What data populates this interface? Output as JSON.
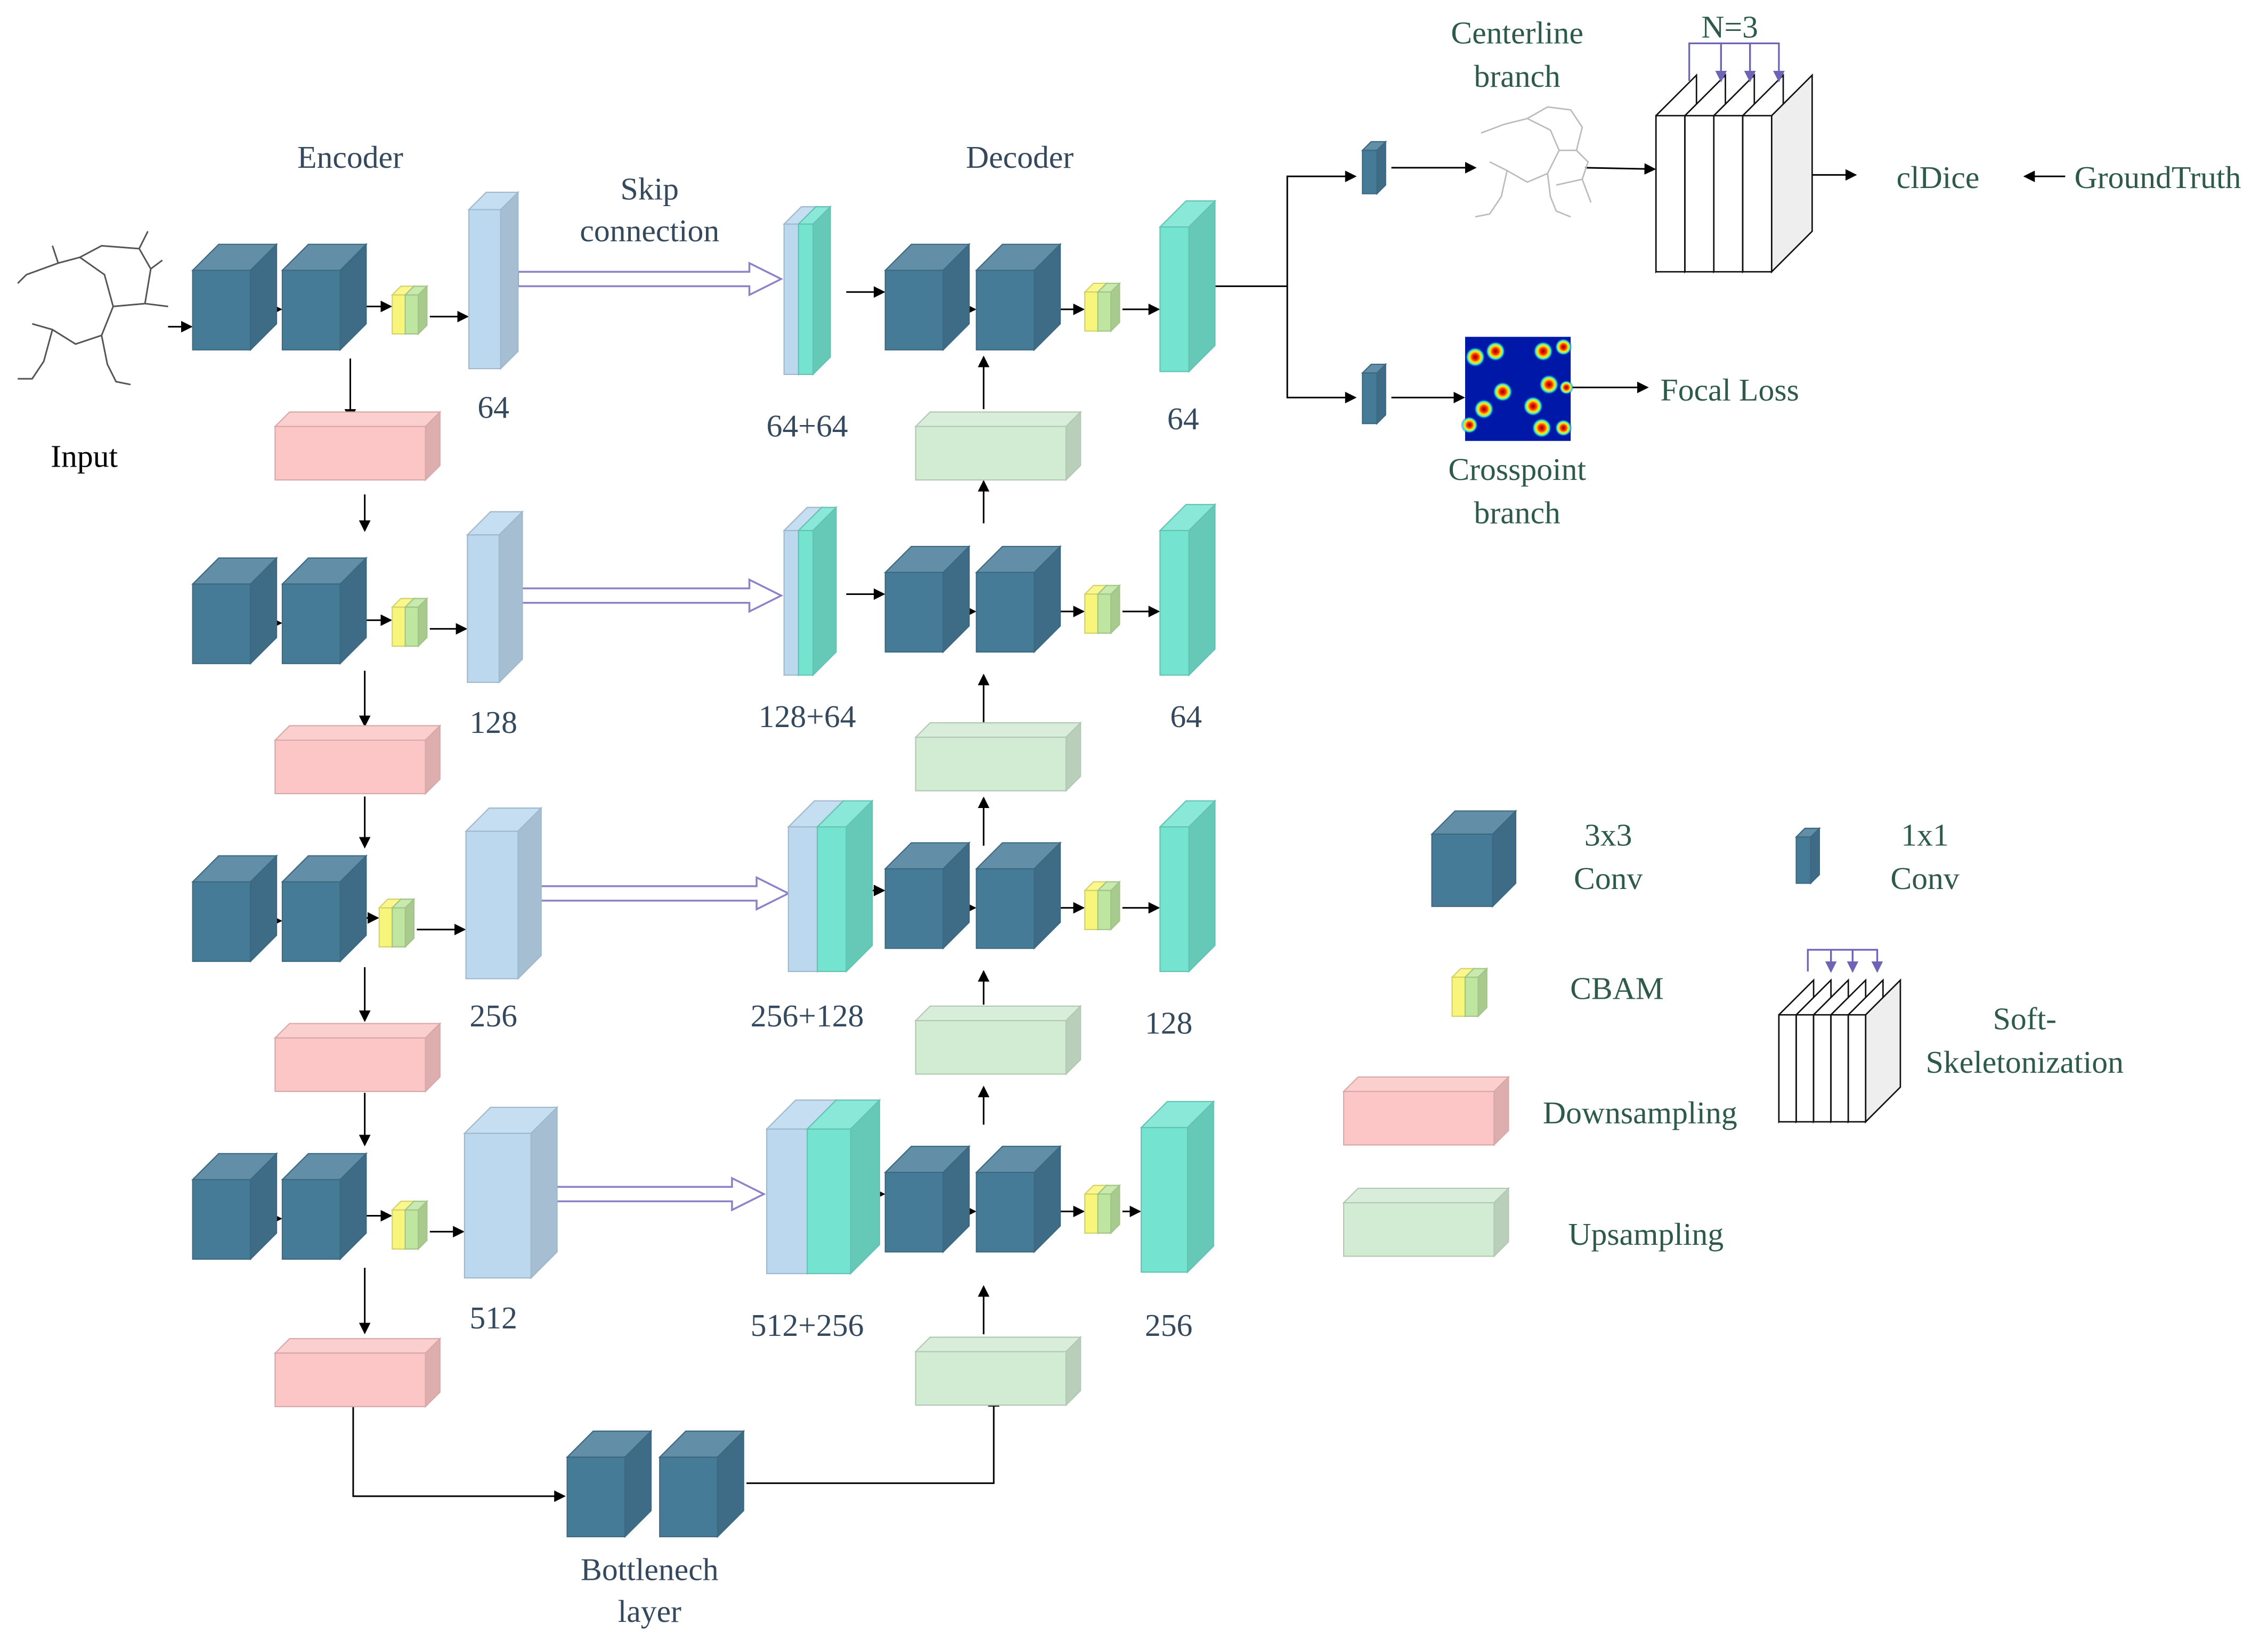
{
  "labels": {
    "encoder": "Encoder",
    "decoder": "Decoder",
    "skip": [
      "Skip",
      "connection"
    ],
    "input": "Input",
    "centerline": [
      "Centerline",
      "branch"
    ],
    "crosspoint": [
      "Crosspoint",
      "branch"
    ],
    "n3": "N=3",
    "cldice": "clDice",
    "groundtruth": "GroundTruth",
    "focal_loss": "Focal Loss",
    "bottleneck": [
      "Bottlenech",
      "layer"
    ]
  },
  "encoder_channels": [
    "64",
    "128",
    "256",
    "512"
  ],
  "decoder_concat": [
    "64+64",
    "128+64",
    "256+128",
    "512+256"
  ],
  "decoder_out": [
    "64",
    "64",
    "128",
    "256"
  ],
  "legend": {
    "conv3": [
      "3x3",
      "Conv"
    ],
    "conv1": [
      "1x1",
      "Conv"
    ],
    "cbam": "CBAM",
    "skel": [
      "Soft-",
      "Skeletonization"
    ],
    "down": "Downsampling",
    "up": "Upsampling"
  },
  "colors": {
    "conv": "#467b98",
    "cbam_yellow": "#f8f67a",
    "cbam_green": "#bfe6a0",
    "skip_blue": "#bcd8ef",
    "teal": "#74e4d0",
    "down": "#fcc6c6",
    "up": "#d2ebd3",
    "text": "#34495e",
    "legend_text": "#2e5a4b",
    "arrow_skip": "#8c82c8"
  },
  "icons": [
    "encoder-graph-image",
    "centerline-graph-image",
    "crosspoint-heatmap-image"
  ]
}
